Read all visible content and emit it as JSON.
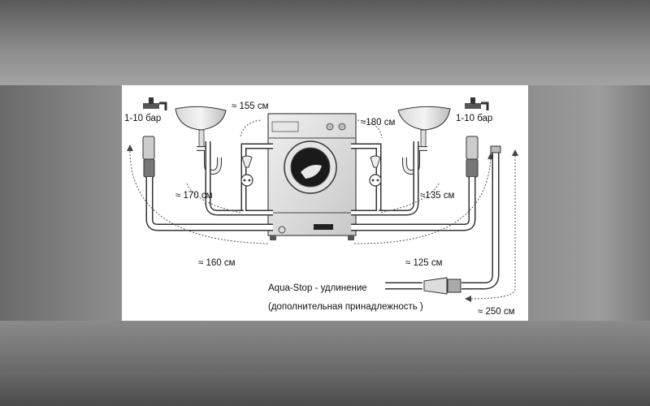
{
  "labels": {
    "pressure_left": "1-10 бар",
    "pressure_right": "1-10 бар",
    "dist_155": "≈ 155 см",
    "dist_180": "≈180 см",
    "dist_170": "≈ 170 см",
    "dist_135": "≈135 см",
    "dist_160": "≈ 160 см",
    "dist_125": "≈ 125 см",
    "dist_250": "≈ 250 см",
    "aqua_stop": "Aqua-Stop - удлинение",
    "accessory": "(дополнительная принадлежность )"
  }
}
